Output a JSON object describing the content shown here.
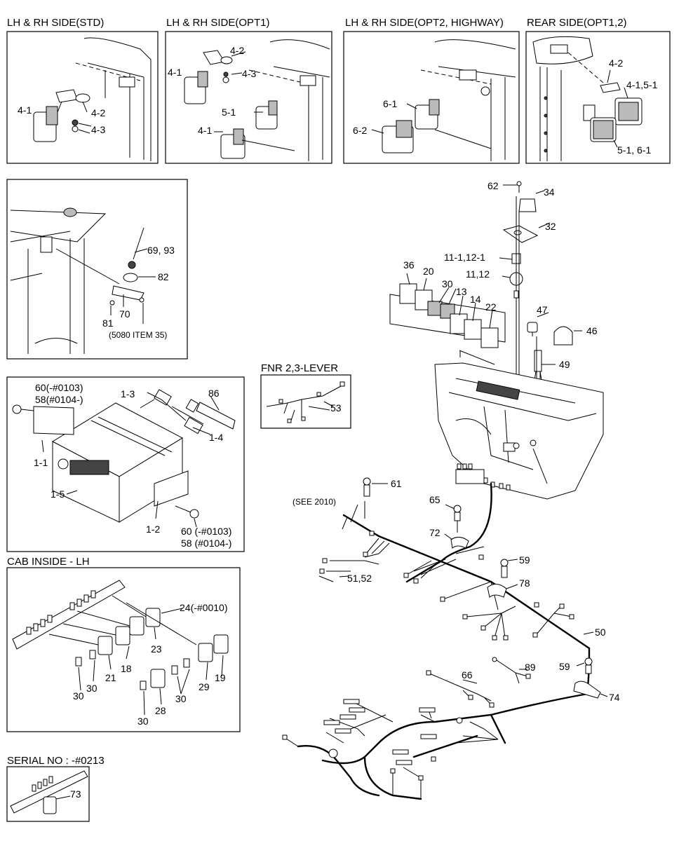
{
  "headers": {
    "std": "LH & RH SIDE(STD)",
    "opt1": "LH & RH SIDE(OPT1)",
    "opt2": "LH & RH SIDE(OPT2, HIGHWAY)",
    "rear": "REAR SIDE(OPT1,2)",
    "fnr": "FNR 2,3-LEVER",
    "cab_inside": "CAB INSIDE - LH",
    "serial": "SERIAL NO : -#0213"
  },
  "callouts": {
    "std_4_1": "4-1",
    "std_4_2": "4-2",
    "std_4_3": "4-3",
    "o1_4_2": "4-2",
    "o1_4_1_top": "4-1",
    "o1_4_3": "4-3",
    "o1_5_1": "5-1",
    "o1_4_1_bot": "4-1",
    "o2_6_1": "6-1",
    "o2_6_2": "6-2",
    "r_4_2": "4-2",
    "r_4_1_5_1": "4-1,5-1",
    "r_5_1_6_1": "5-1, 6-1",
    "c_69_93": "69, 93",
    "c_82": "82",
    "c_81": "81",
    "c_70": "70",
    "c_5080": "(5080 ITEM 35)",
    "rd_60a": "60(-#0103)",
    "rd_58a": "58(#0104-)",
    "rd_1_3": "1-3",
    "rd_86": "86",
    "rd_1_4": "1-4",
    "rd_1_1": "1-1",
    "rd_1_5": "1-5",
    "rd_1_2": "1-2",
    "rd_60b": "60 (-#0103)",
    "rd_58b": "58 (#0104-)",
    "cab_24": "24(-#0010)",
    "cab_23": "23",
    "cab_18": "18",
    "cab_21": "21",
    "cab_30a": "30",
    "cab_30b": "30",
    "cab_30c": "30",
    "cab_30d": "30",
    "cab_28": "28",
    "cab_29": "29",
    "cab_19": "19",
    "ser_73": "73",
    "fnr_53": "53",
    "m_62": "62",
    "m_34": "34",
    "m_32": "32",
    "m_11_1": "11-1,12-1",
    "m_11_12": "11,12",
    "m_36": "36",
    "m_20": "20",
    "m_30": "30",
    "m_13": "13",
    "m_14": "14",
    "m_22": "22",
    "m_47": "47",
    "m_46": "46",
    "m_49": "49",
    "m_61": "61",
    "m_see": "(SEE 2010)",
    "m_65": "65",
    "m_72": "72",
    "m_59a": "59",
    "m_51_52": "51,52",
    "m_78": "78",
    "m_50": "50",
    "m_89": "89",
    "m_66": "66",
    "m_59b": "59",
    "m_74": "74"
  }
}
